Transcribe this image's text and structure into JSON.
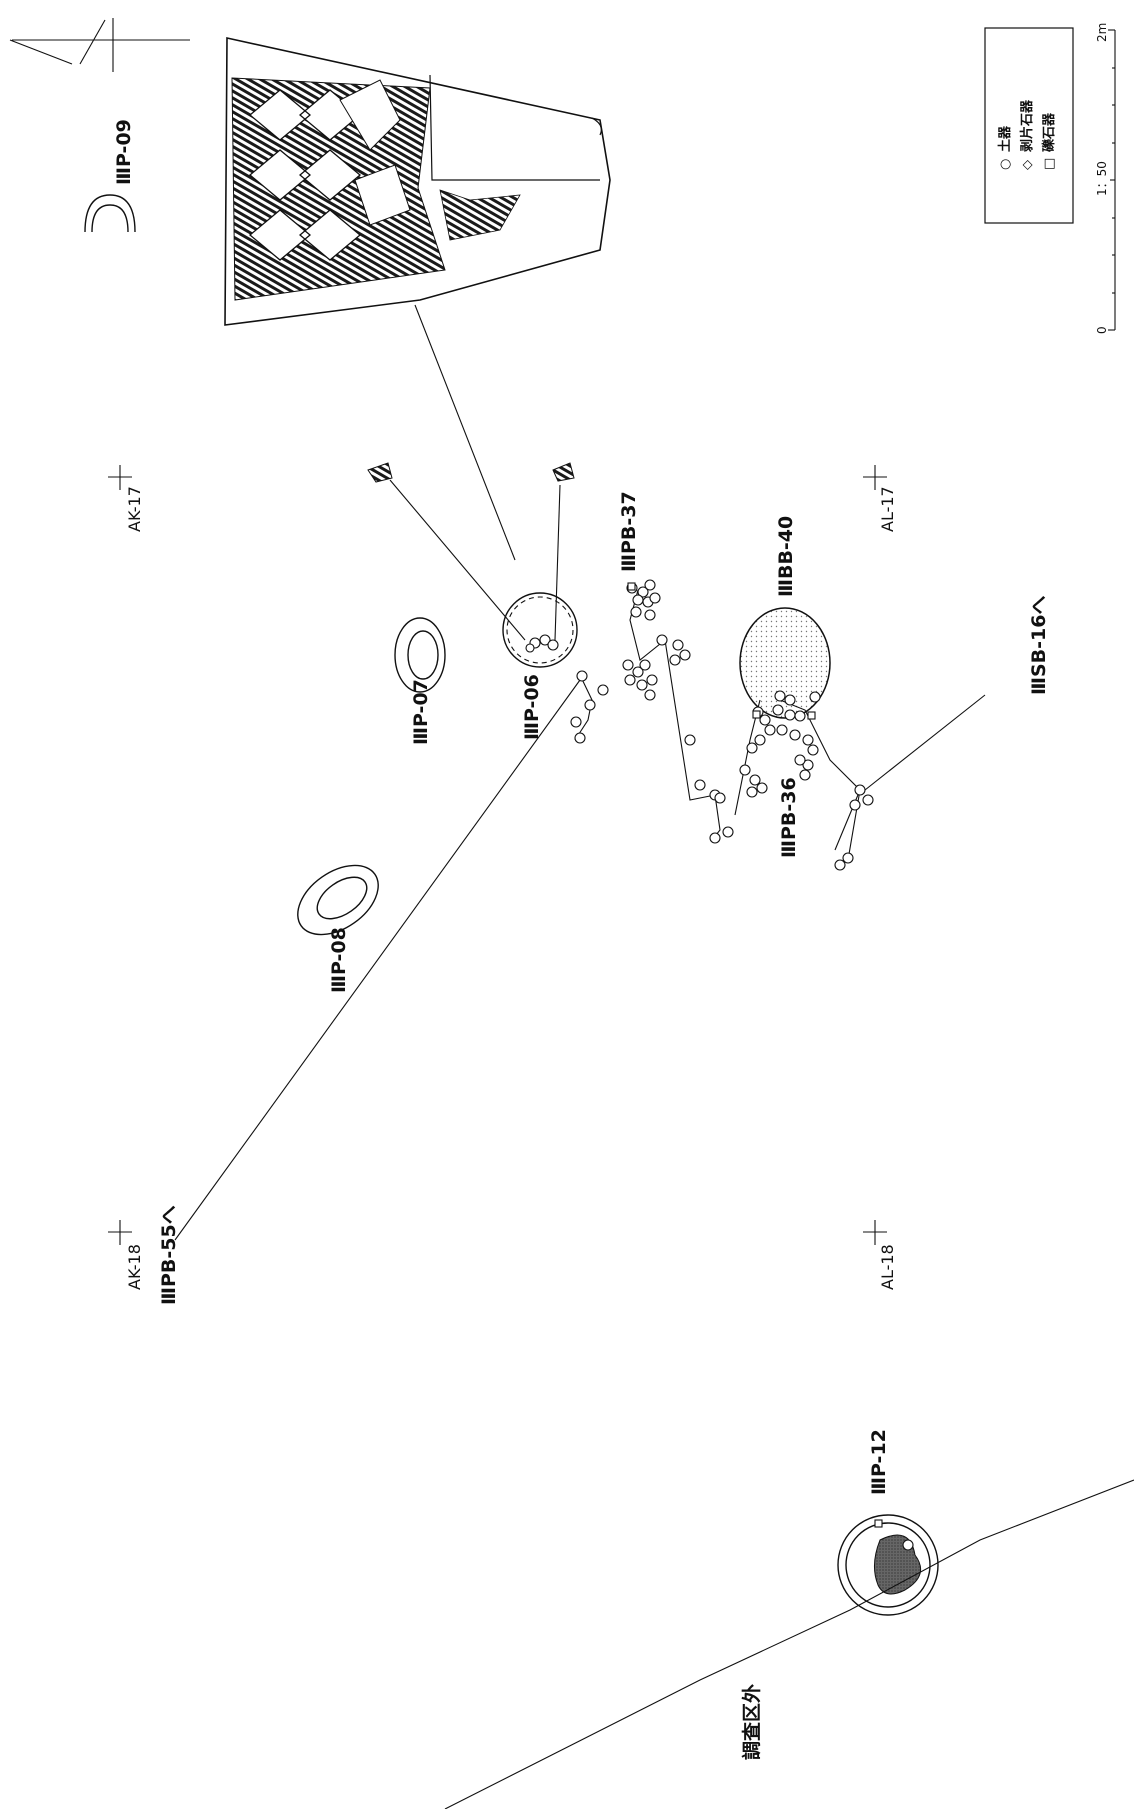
{
  "labels": {
    "p09": "ⅢP-09",
    "p07": "ⅢP-07",
    "p06": "ⅢP-06",
    "p08": "ⅢP-08",
    "p12": "ⅢP-12",
    "pb37": "ⅢPB-37",
    "pb36": "ⅢPB-36",
    "pb55": "ⅢPB-55へ",
    "bb40": "ⅢBB-40",
    "sb16": "ⅢSB-16へ",
    "outside": "調査区外"
  },
  "grid": {
    "ak17": "AK-17",
    "al17": "AL-17",
    "ak18": "AK-18",
    "al18": "AL-18"
  },
  "legend": {
    "pottery": "土器",
    "flaked_stone": "剥片石器",
    "pebble_stone": "礫石器",
    "pottery_symbol": "○",
    "flaked_symbol": "◇",
    "pebble_symbol": "□"
  },
  "scale": {
    "ratio": "1：50",
    "start": "0",
    "end": "2m"
  },
  "colors": {
    "ink": "#111111",
    "stipple": "#d8d8d8",
    "dark_fill": "#555555"
  }
}
